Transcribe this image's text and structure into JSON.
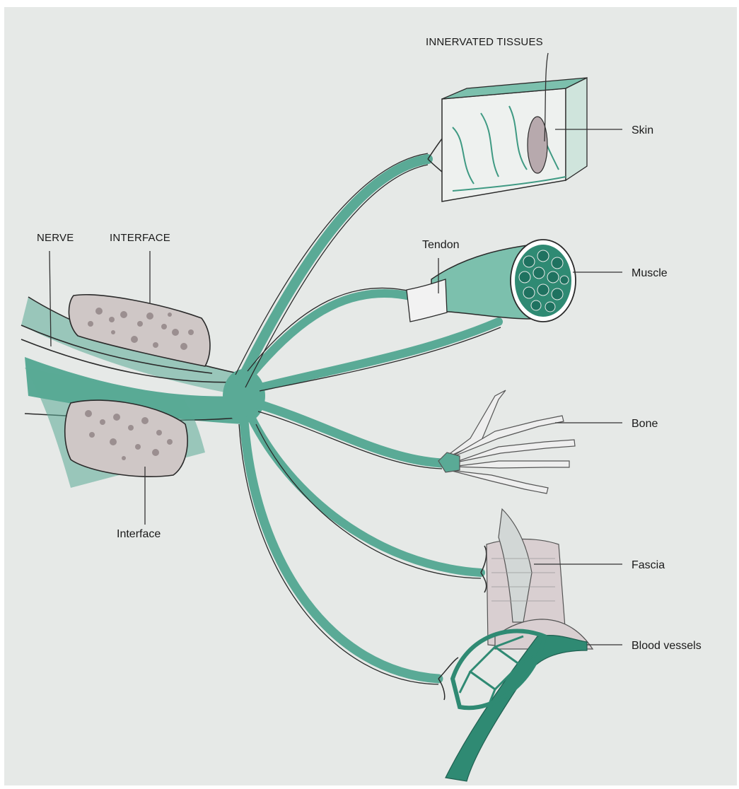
{
  "labels": {
    "innervated_tissues": "INNERVATED TISSUES",
    "nerve": "NERVE",
    "interface_caps": "INTERFACE",
    "interface": "Interface",
    "tendon": "Tendon",
    "skin": "Skin",
    "muscle": "Muscle",
    "bone": "Bone",
    "fascia": "Fascia",
    "blood_vessels": "Blood vessels"
  },
  "colors": {
    "background": "#e6e9e7",
    "nerve_green": "#5aaa96",
    "nerve_dark": "#2f8a73",
    "interface_fill": "#cfc7c6",
    "fascia_fill": "#d9cfd1",
    "bone_fill": "#eeeeee"
  }
}
